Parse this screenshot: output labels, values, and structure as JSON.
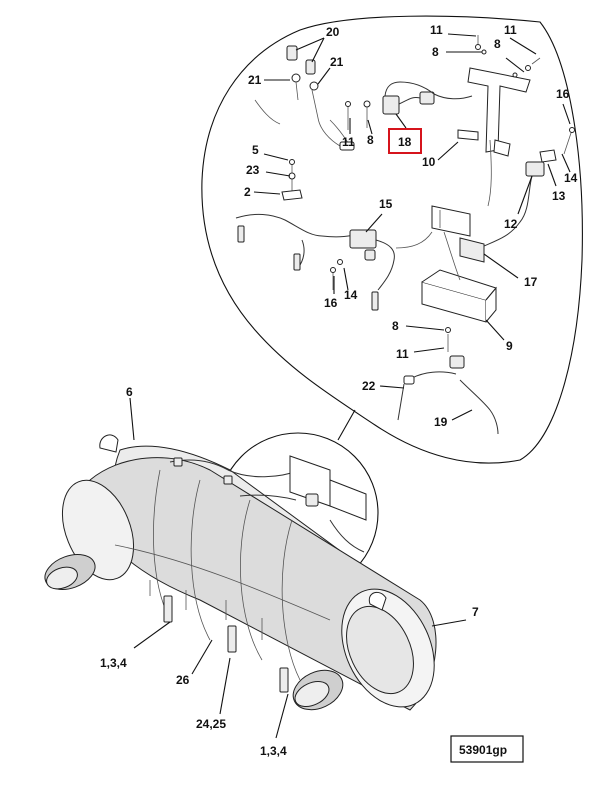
{
  "diagram": {
    "figure_code": "53901gp",
    "highlighted_callout": "18",
    "highlight_color": "#d6141c",
    "callouts": [
      {
        "id": "c20",
        "text": "20"
      },
      {
        "id": "c21a",
        "text": "21"
      },
      {
        "id": "c21b",
        "text": "21"
      },
      {
        "id": "c11a",
        "text": "11"
      },
      {
        "id": "c8a",
        "text": "8"
      },
      {
        "id": "c11b",
        "text": "11"
      },
      {
        "id": "c8b",
        "text": "8"
      },
      {
        "id": "c16a",
        "text": "16"
      },
      {
        "id": "c5",
        "text": "5"
      },
      {
        "id": "c23",
        "text": "23"
      },
      {
        "id": "c2",
        "text": "2"
      },
      {
        "id": "c11c",
        "text": "11"
      },
      {
        "id": "c8c",
        "text": "8"
      },
      {
        "id": "c18",
        "text": "18"
      },
      {
        "id": "c10",
        "text": "10"
      },
      {
        "id": "c14a",
        "text": "14"
      },
      {
        "id": "c13",
        "text": "13"
      },
      {
        "id": "c12",
        "text": "12"
      },
      {
        "id": "c15",
        "text": "15"
      },
      {
        "id": "c17",
        "text": "17"
      },
      {
        "id": "c16b",
        "text": "16"
      },
      {
        "id": "c14b",
        "text": "14"
      },
      {
        "id": "c8d",
        "text": "8"
      },
      {
        "id": "c9",
        "text": "9"
      },
      {
        "id": "c11d",
        "text": "11"
      },
      {
        "id": "c22",
        "text": "22"
      },
      {
        "id": "c19",
        "text": "19"
      },
      {
        "id": "c6",
        "text": "6"
      },
      {
        "id": "c7",
        "text": "7"
      },
      {
        "id": "c134a",
        "text": "1,3,4"
      },
      {
        "id": "c26",
        "text": "26"
      },
      {
        "id": "c2425",
        "text": "24,25"
      },
      {
        "id": "c134b",
        "text": "1,3,4"
      }
    ]
  }
}
